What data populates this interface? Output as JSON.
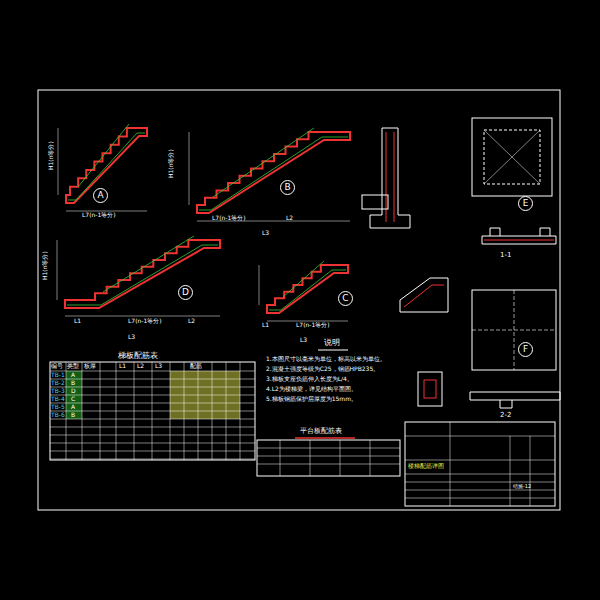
{
  "diagram": {
    "nodes": [
      {
        "text": [
          "A"
        ]
      },
      {
        "text": [
          "B"
        ]
      },
      {
        "text": [
          "E"
        ]
      },
      {
        "text": [
          "D"
        ]
      },
      {
        "text": [
          "C"
        ]
      },
      {
        "text": [
          "F"
        ]
      }
    ],
    "labels": [
      "H1(n等分)",
      "L7(n-1等分)",
      "H1(n等分)",
      "L7(n-1等分)",
      "L2",
      "L3",
      "H1(n等分)",
      "L1",
      "L7(n-1等分)",
      "L2",
      "L3",
      "L1",
      "L7(n-1等分)",
      "L3",
      "梯板配筋表",
      "编号",
      "类型",
      "板厚",
      "L1",
      "L2",
      "L3",
      "配筋",
      "TB-1",
      "TB-2",
      "TB-3",
      "TB-4",
      "TB-5",
      "TB-6",
      "A",
      "B",
      "D",
      "C",
      "A",
      "B",
      "说明",
      "1.本图尺寸以毫米为单位，标高以米为单位。",
      "2.混凝土强度等级为C25，钢筋HPB235。",
      "3.梯板支座负筋伸入长度为L/4。",
      "4.L2为楼梯梁，详见结构平面图。",
      "5.梯板钢筋保护层厚度为15mm。",
      "平台板配筋表",
      "1-1",
      "2-2",
      "楼梯配筋详图",
      "结施-12"
    ]
  }
}
